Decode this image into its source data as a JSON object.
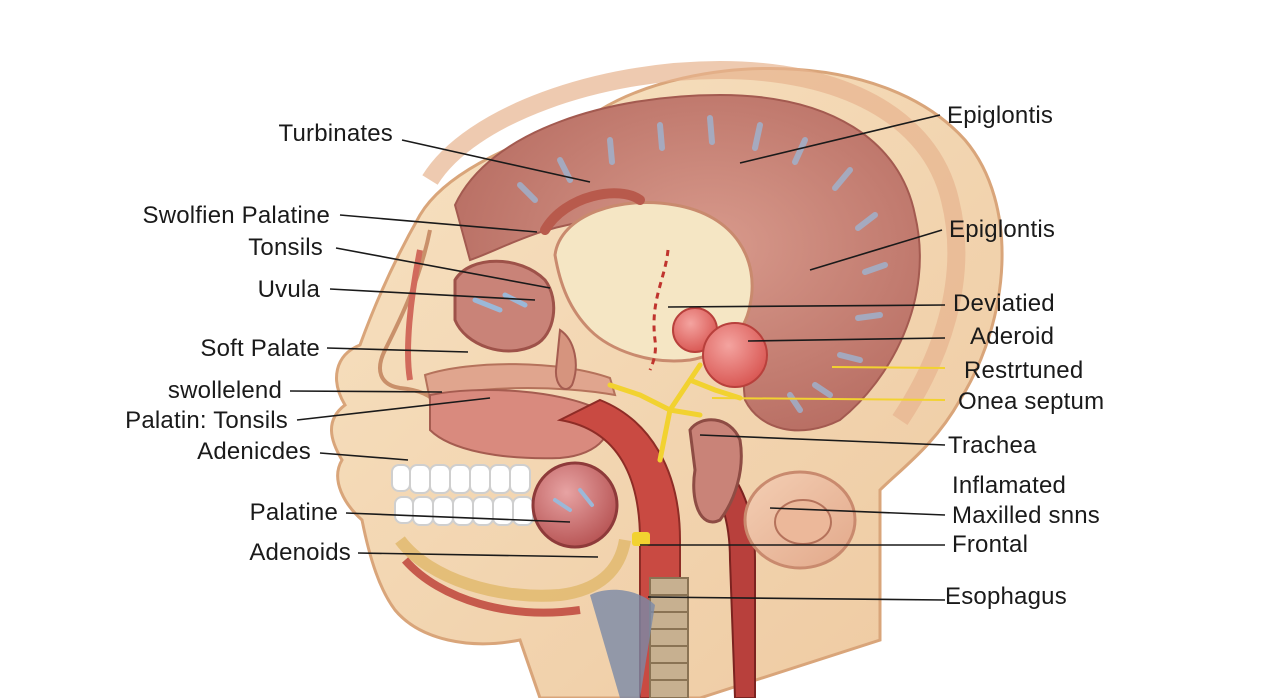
{
  "labels": {
    "left": [
      "Turbinates",
      "Swolfien Palatine",
      "Tonsils",
      "Uvula",
      "Soft Palate",
      "swollelend",
      "Palatin: Tonsils",
      "Adenicdes",
      "Palatine",
      "Adenoids"
    ],
    "right": [
      "Epiglontis",
      "Epiglontis",
      "Deviatied",
      "Aderoid",
      "Restrtuned",
      "Onea septum",
      "Trachea",
      "Inflamated",
      "Maxilled snns",
      "Frontal",
      "Esophagus"
    ]
  },
  "colors": {
    "skin": "#f3d9b4",
    "skin_outline": "#d9a57a",
    "brain": "#c98378",
    "tissue_red": "#b8403c",
    "pale_cavity": "#f5e6c4",
    "adenoid": "#e06a66",
    "nerve_yellow": "#f2d230",
    "leader": "#1a1a1a"
  }
}
